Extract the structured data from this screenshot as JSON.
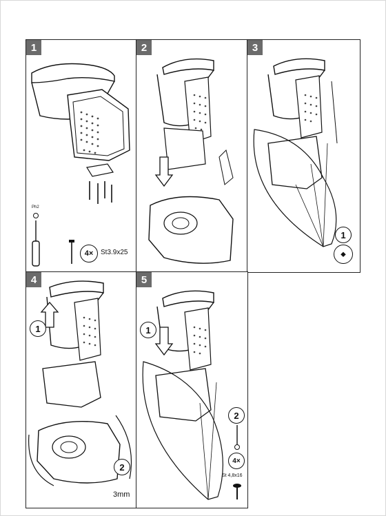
{
  "panels": [
    {
      "id": "1",
      "label": "1"
    },
    {
      "id": "2",
      "label": "2"
    },
    {
      "id": "3",
      "label": "3"
    },
    {
      "id": "4",
      "label": "4"
    },
    {
      "id": "5",
      "label": "5"
    }
  ],
  "step1": {
    "tool_label": "Ph2",
    "screw_count": "4×",
    "screw_spec": "St3.9x25"
  },
  "step3": {
    "callout": "1"
  },
  "step4": {
    "callout_lift": "1",
    "callout_tool": "2",
    "hex_size": "3mm"
  },
  "step5": {
    "callout_lift": "1",
    "callout_screw": "2",
    "screw_count": "4×",
    "screw_spec": "St 4,8x16"
  }
}
